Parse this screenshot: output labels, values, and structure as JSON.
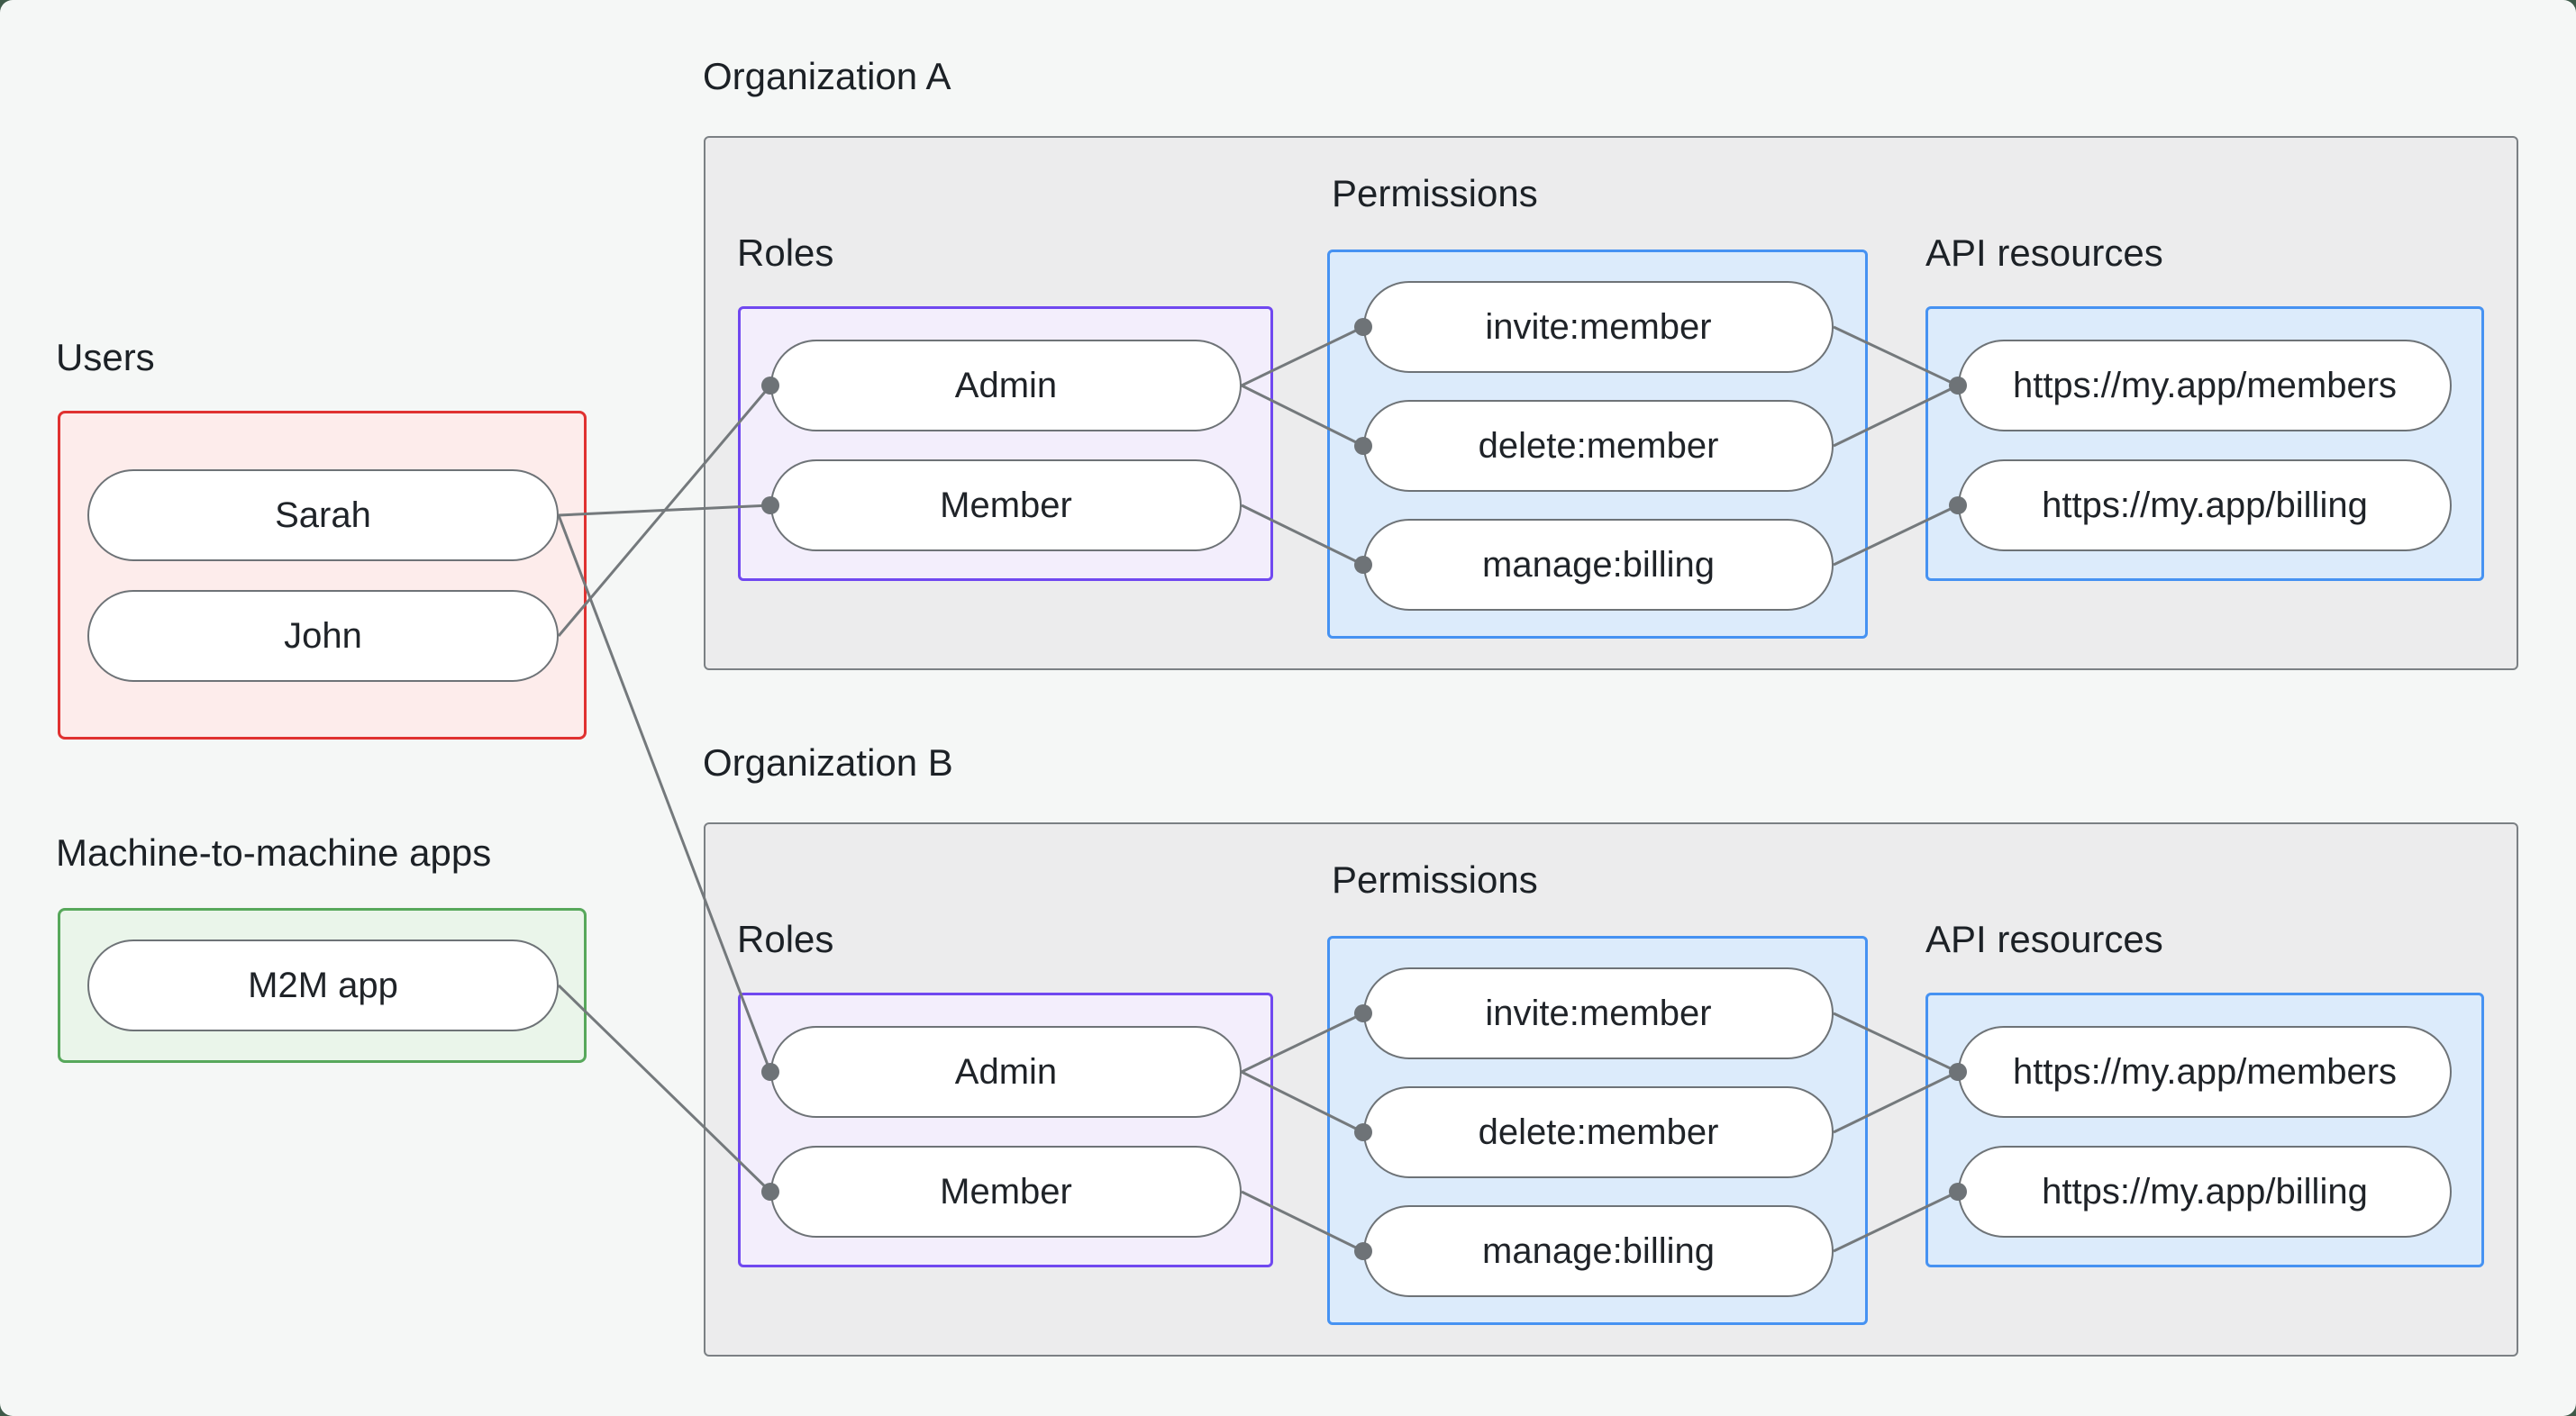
{
  "page": {
    "background": "#f5f7f6",
    "corner_background": "#3e5a49"
  },
  "colors": {
    "users_border": "#e03130",
    "users_fill": "#fdeceb",
    "m2m_border": "#57a85b",
    "m2m_fill": "#eaf5ea",
    "org_border": "#7b8084",
    "org_fill": "#ececed",
    "roles_border": "#7048f0",
    "roles_fill": "#f3eefc",
    "blue_border": "#4692f2",
    "blue_fill": "#dcebfb",
    "pill_border": "#6e7377",
    "pill_fill": "#ffffff",
    "edge_line": "#74797c",
    "edge_dot": "#6e7377",
    "text": "#1c2126"
  },
  "users": {
    "label": "Users",
    "items": [
      {
        "label": "Sarah"
      },
      {
        "label": "John"
      }
    ]
  },
  "m2m": {
    "label": "Machine-to-machine apps",
    "items": [
      {
        "label": "M2M app"
      }
    ]
  },
  "org_a": {
    "label": "Organization A",
    "roles": {
      "label": "Roles",
      "items": [
        {
          "label": "Admin"
        },
        {
          "label": "Member"
        }
      ]
    },
    "permissions": {
      "label": "Permissions",
      "items": [
        {
          "label": "invite:member"
        },
        {
          "label": "delete:member"
        },
        {
          "label": "manage:billing"
        }
      ]
    },
    "api": {
      "label": "API resources",
      "items": [
        {
          "label": "https://my.app/members"
        },
        {
          "label": "https://my.app/billing"
        }
      ]
    }
  },
  "org_b": {
    "label": "Organization B",
    "roles": {
      "label": "Roles",
      "items": [
        {
          "label": "Admin"
        },
        {
          "label": "Member"
        }
      ]
    },
    "permissions": {
      "label": "Permissions",
      "items": [
        {
          "label": "invite:member"
        },
        {
          "label": "delete:member"
        },
        {
          "label": "manage:billing"
        }
      ]
    },
    "api": {
      "label": "API resources",
      "items": [
        {
          "label": "https://my.app/members"
        },
        {
          "label": "https://my.app/billing"
        }
      ]
    }
  },
  "connections": [
    {
      "from": "users.sarah",
      "to": "org_a.roles.member"
    },
    {
      "from": "users.john",
      "to": "org_a.roles.admin"
    },
    {
      "from": "users.sarah",
      "to": "org_b.roles.admin"
    },
    {
      "from": "m2m.m2m_app",
      "to": "org_b.roles.member"
    },
    {
      "from": "org_a.roles.admin",
      "to": "org_a.permissions.invite_member"
    },
    {
      "from": "org_a.roles.admin",
      "to": "org_a.permissions.delete_member"
    },
    {
      "from": "org_a.roles.member",
      "to": "org_a.permissions.manage_billing"
    },
    {
      "from": "org_a.permissions.invite_member",
      "to": "org_a.api.members"
    },
    {
      "from": "org_a.permissions.delete_member",
      "to": "org_a.api.members"
    },
    {
      "from": "org_a.permissions.manage_billing",
      "to": "org_a.api.billing"
    },
    {
      "from": "org_b.roles.admin",
      "to": "org_b.permissions.invite_member"
    },
    {
      "from": "org_b.roles.admin",
      "to": "org_b.permissions.delete_member"
    },
    {
      "from": "org_b.roles.member",
      "to": "org_b.permissions.manage_billing"
    },
    {
      "from": "org_b.permissions.invite_member",
      "to": "org_b.api.members"
    },
    {
      "from": "org_b.permissions.delete_member",
      "to": "org_b.api.members"
    },
    {
      "from": "org_b.permissions.manage_billing",
      "to": "org_b.api.billing"
    }
  ]
}
